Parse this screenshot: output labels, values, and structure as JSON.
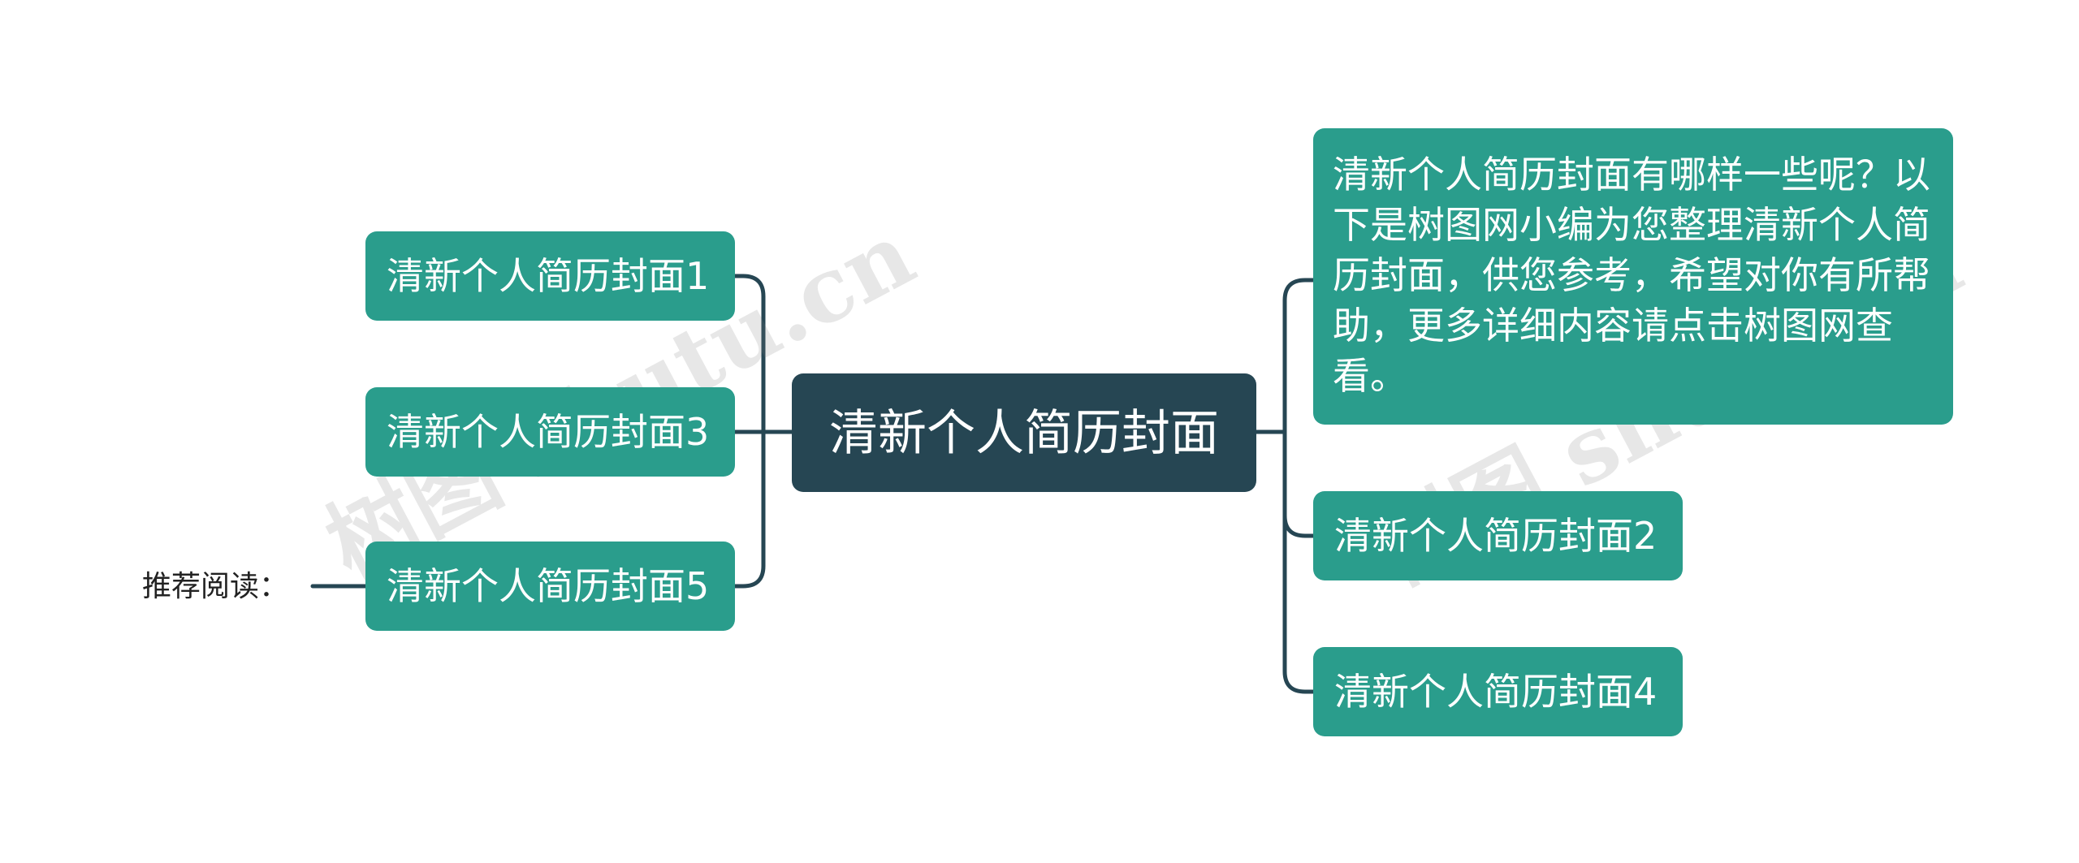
{
  "root": {
    "text": "清新个人简历封面"
  },
  "left_branches": [
    {
      "text": "清新个人简历封面1"
    },
    {
      "text": "清新个人简历封面3"
    },
    {
      "text": "清新个人简历封面5"
    }
  ],
  "right_branches": [
    {
      "text": "清新个人简历封面有哪样一些呢？以下是树图网小编为您整理清新个人简历封面，供您参考，希望对你有所帮助，更多详细内容请点击树图网查看。"
    },
    {
      "text": "清新个人简历封面2"
    },
    {
      "text": "清新个人简历封面4"
    }
  ],
  "side_label": {
    "text": "推荐阅读："
  },
  "watermarks": [
    {
      "text": "树图 shutu.cn"
    },
    {
      "text": "树图 shutu.cn"
    }
  ],
  "colors": {
    "root": "#264653",
    "branch": "#2a9d8c",
    "line": "#264653"
  }
}
